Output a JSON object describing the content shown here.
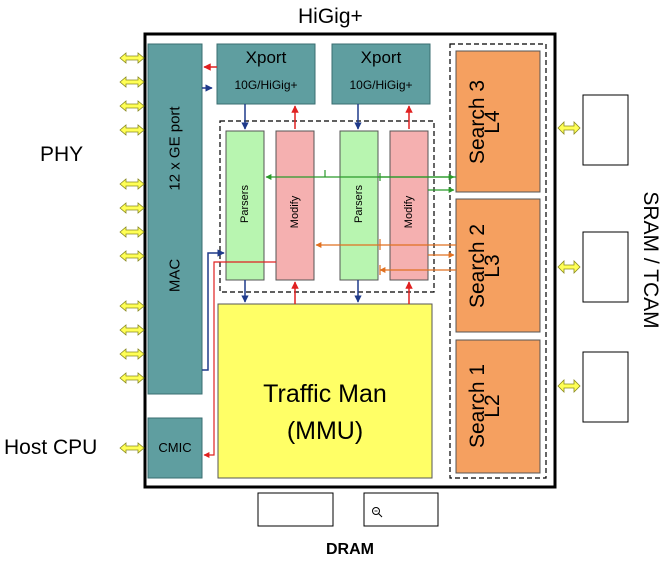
{
  "labels": {
    "top": "HiGig+",
    "left_phy": "PHY",
    "host_cpu": "Host CPU",
    "right": "SRAM / TCAM",
    "bottom": "DRAM"
  },
  "blocks": {
    "mac": "MAC",
    "mac_port": "12 x GE port",
    "cmic": "CMIC",
    "xport1_title": "Xport",
    "xport1_sub": "10G/HiGig+",
    "xport2_title": "Xport",
    "xport2_sub": "10G/HiGig+",
    "parsers1": "Parsers",
    "modify1": "Modify",
    "parsers2": "Parsers",
    "modify2": "Modify",
    "traffic_line1": "Traffic Man",
    "traffic_line2": "(MMU)",
    "search3_a": "Search 3",
    "search3_b": "L4",
    "search2_a": "Search 2",
    "search2_b": "L3",
    "search1_a": "Search 1",
    "search1_b": "L2"
  },
  "colors": {
    "teal": "#5f9ea0",
    "green": "#b8f5b0",
    "pink": "#f5b0b0",
    "yellow": "#ffff66",
    "orange": "#f5a060",
    "arrow_yellow": "#ffff55",
    "arrow_blue": "#1f3a8a",
    "arrow_red": "#e02020",
    "arrow_green": "#2a9a2a",
    "arrow_orange": "#e07020"
  },
  "icons": [
    "double-arrow-icon",
    "zoom-icon"
  ]
}
